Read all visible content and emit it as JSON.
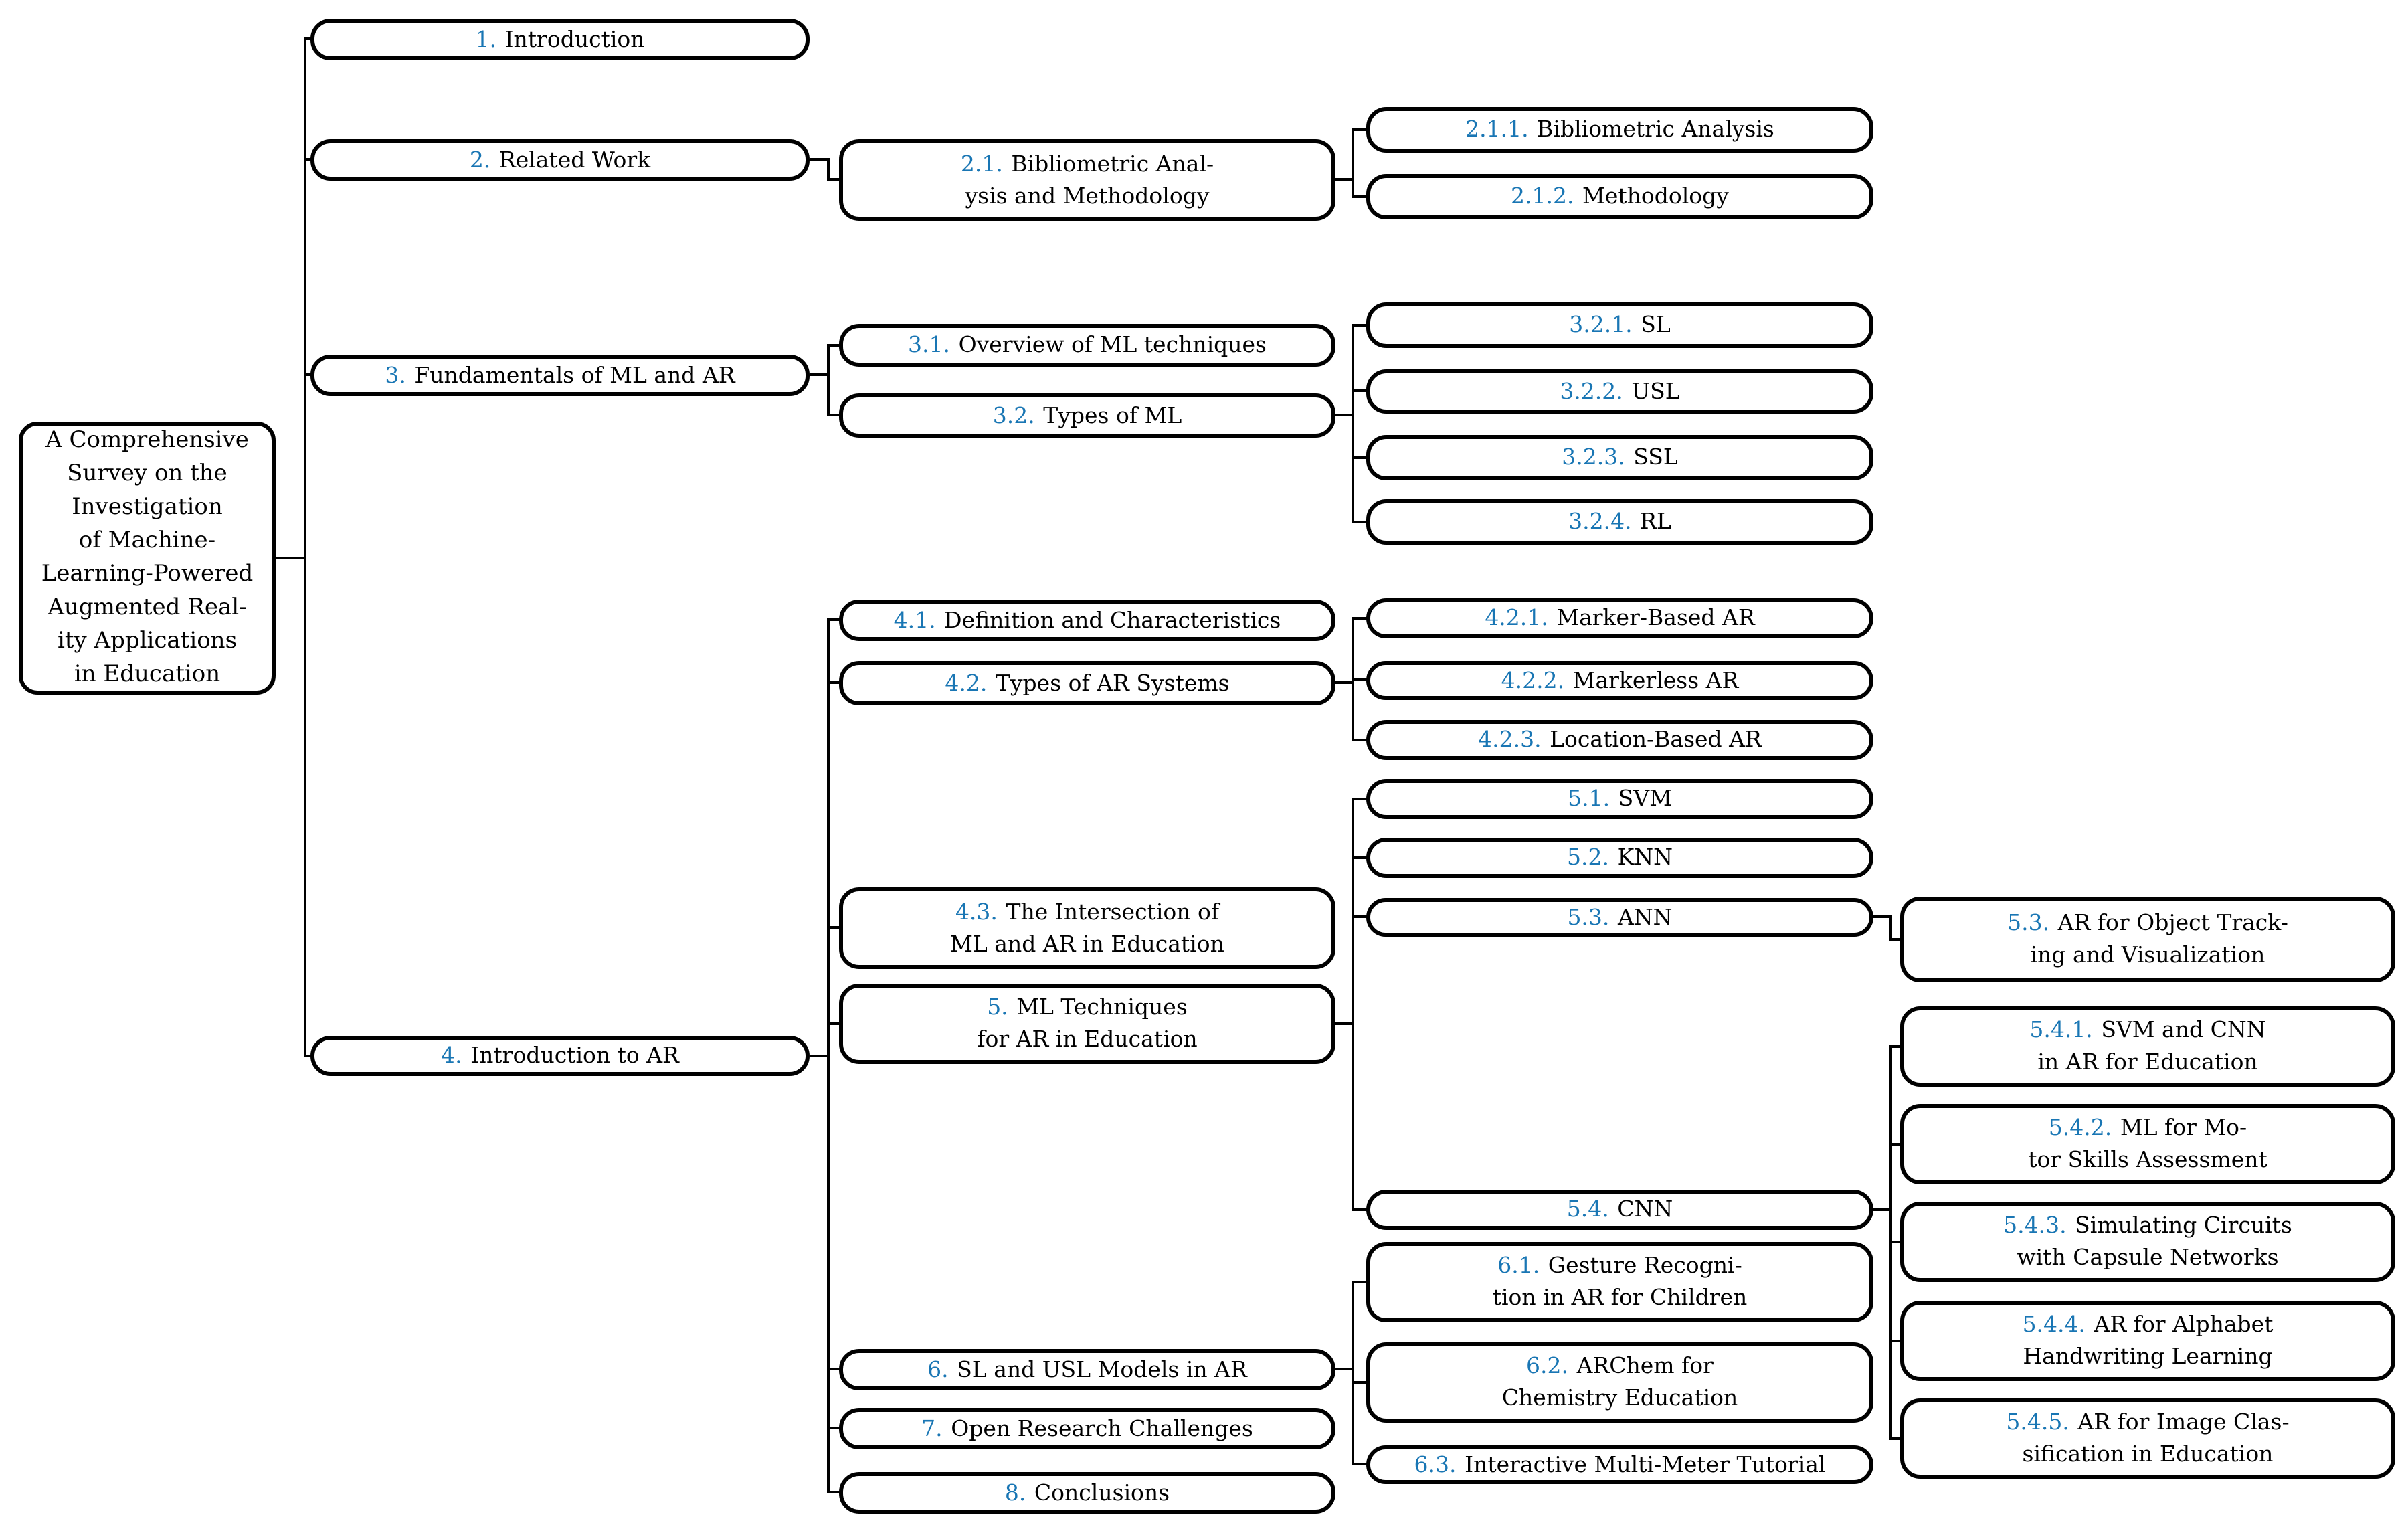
{
  "root": {
    "lines": [
      "A Comprehensive",
      "Survey on the",
      "Investigation",
      "of Machine-",
      "Learning-Powered",
      "Augmented Real-",
      "ity Applications",
      "in Education"
    ]
  },
  "nodes": {
    "n1": {
      "num": "1.",
      "line1": "Introduction"
    },
    "n2": {
      "num": "2.",
      "line1": "Related Work"
    },
    "n21": {
      "num": "2.1.",
      "line1": "Bibliometric Anal-",
      "line2": "ysis and Methodology"
    },
    "n211": {
      "num": "2.1.1.",
      "line1": "Bibliometric Analysis"
    },
    "n212": {
      "num": "2.1.2.",
      "line1": "Methodology"
    },
    "n3": {
      "num": "3.",
      "line1": "Fundamentals of ML and AR"
    },
    "n31": {
      "num": "3.1.",
      "line1": "Overview of ML techniques"
    },
    "n32": {
      "num": "3.2.",
      "line1": "Types of ML"
    },
    "n321": {
      "num": "3.2.1.",
      "line1": "SL"
    },
    "n322": {
      "num": "3.2.2.",
      "line1": "USL"
    },
    "n323": {
      "num": "3.2.3.",
      "line1": "SSL"
    },
    "n324": {
      "num": "3.2.4.",
      "line1": "RL"
    },
    "n4": {
      "num": "4.",
      "line1": "Introduction to AR"
    },
    "n41": {
      "num": "4.1.",
      "line1": "Definition and Characteristics"
    },
    "n42": {
      "num": "4.2.",
      "line1": "Types of AR Systems"
    },
    "n421": {
      "num": "4.2.1.",
      "line1": "Marker-Based AR"
    },
    "n422": {
      "num": "4.2.2.",
      "line1": "Markerless AR"
    },
    "n423": {
      "num": "4.2.3.",
      "line1": "Location-Based AR"
    },
    "n43": {
      "num": "4.3.",
      "line1": "The Intersection of",
      "line2": "ML and AR in Education"
    },
    "n5": {
      "num": "5.",
      "line1": "ML Techniques",
      "line2": "for AR in Education"
    },
    "n51": {
      "num": "5.1.",
      "line1": "SVM"
    },
    "n52": {
      "num": "5.2.",
      "line1": "KNN"
    },
    "n53": {
      "num": "5.3.",
      "line1": "ANN"
    },
    "n53r": {
      "num": "5.3.",
      "line1": "AR for Object Track-",
      "line2": "ing and Visualization"
    },
    "n54": {
      "num": "5.4.",
      "line1": "CNN"
    },
    "n541": {
      "num": "5.4.1.",
      "line1": "SVM and CNN",
      "line2": "in AR for Education"
    },
    "n542": {
      "num": "5.4.2.",
      "line1": "ML for Mo-",
      "line2": "tor Skills Assessment"
    },
    "n543": {
      "num": "5.4.3.",
      "line1": "Simulating Circuits",
      "line2": "with Capsule Networks"
    },
    "n544": {
      "num": "5.4.4.",
      "line1": "AR for Alphabet",
      "line2": "Handwriting Learning"
    },
    "n545": {
      "num": "5.4.5.",
      "line1": "AR for Image Clas-",
      "line2": "sification in Education"
    },
    "n6": {
      "num": "6.",
      "line1": "SL and USL Models in AR"
    },
    "n61": {
      "num": "6.1.",
      "line1": "Gesture Recogni-",
      "line2": "tion in AR for Children"
    },
    "n62": {
      "num": "6.2.",
      "line1": "ARChem for",
      "line2": "Chemistry Education"
    },
    "n63": {
      "num": "6.3.",
      "line1": "Interactive Multi-Meter Tutorial"
    },
    "n7": {
      "num": "7.",
      "line1": "Open Research Challenges"
    },
    "n8": {
      "num": "8.",
      "line1": "Conclusions"
    }
  },
  "colors": {
    "accent": "#1976b4",
    "border": "#000000",
    "background": "#ffffff",
    "text": "#000000"
  }
}
